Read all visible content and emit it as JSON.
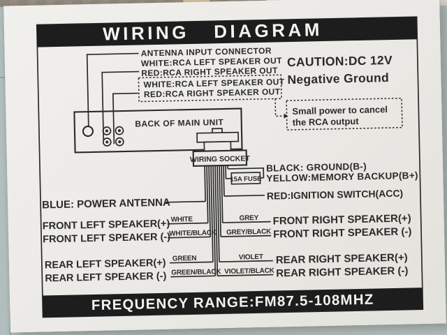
{
  "colors": {
    "ink": "#2a2a2a",
    "bar_bg": "#1d1d1d",
    "bar_fg": "#f3f3f0",
    "sticker": "#edebe7",
    "photo_bg": "#b6bfbd",
    "top_strip": "#8e867a",
    "tape": "#d3bf9c"
  },
  "title_bar": {
    "word1": "WIRING",
    "word2": "DIAGRAM"
  },
  "top_connector_labels": {
    "antenna": "ANTENNA INPUT CONNECTOR",
    "rca_white": "WHITE:RCA LEFT SPEAKER OUT",
    "rca_red": "RED:RCA RIGHT SPEAKER OUT",
    "rca_white_dotted": "WHITE:RCA LEFT SPEAKER OUT",
    "rca_red_dotted": "RED:RCA RIGHT SPEAKER OUT"
  },
  "caution": {
    "line1": "CAUTION:DC 12V",
    "line2": "Negative Ground"
  },
  "rca_note": {
    "line1": "Small power to cancel",
    "line2": "the RCA output"
  },
  "main_unit": {
    "label": "BACK OF MAIN UNIT",
    "wiring_socket": "WIRING SOCKET",
    "fuse": "15A FUSE"
  },
  "power_wires": {
    "black": "BLACK: GROUND(B-)",
    "yellow": "YELLOW:MEMORY BACKUP(B+)",
    "red": "RED:IGNITION SWITCH(ACC)",
    "blue": "BLUE: POWER ANTENNA"
  },
  "speakers_left": {
    "front_pos": "FRONT LEFT SPEAKER(+)",
    "front_neg": "FRONT LEFT SPEAKER (-)",
    "rear_pos": "REAR LEFT SPEAKER(+)",
    "rear_neg": "REAR LEFT SPEAKER (-)"
  },
  "speakers_right": {
    "front_pos": "FRONT RIGHT SPEAKER(+)",
    "front_neg": "FRONT RIGHT SPEAKER (-)",
    "rear_pos": "REAR RIGHT SPEAKER(+)",
    "rear_neg": "REAR RIGHT SPEAKER (-)"
  },
  "wire_colors": {
    "front_left_pos": "WHITE",
    "front_left_neg": "WHITE/BLACK",
    "rear_left_pos": "GREEN",
    "rear_left_neg": "GREEN/BLACK",
    "front_right_pos": "GREY",
    "front_right_neg": "GREY/BLACK",
    "rear_right_pos": "VIOLET",
    "rear_right_neg": "VIOLET/BLACK"
  },
  "bottom_bar": {
    "text": "FREQUENCY RANGE:FM87.5-108MHZ"
  }
}
